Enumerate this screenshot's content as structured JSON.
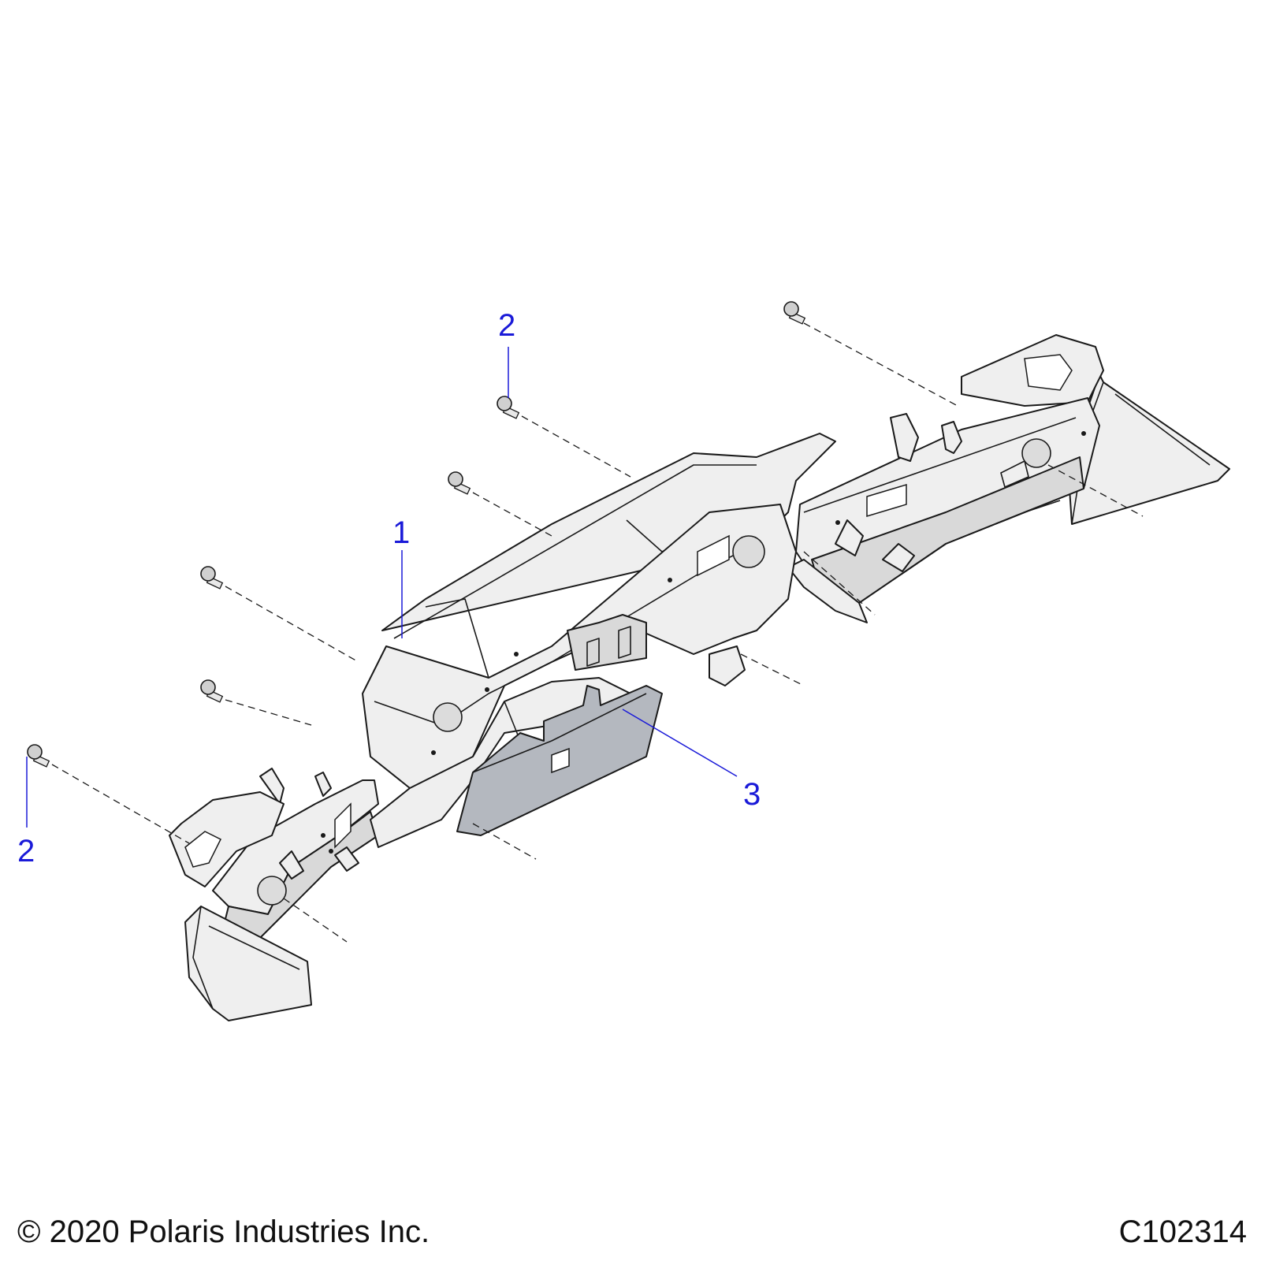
{
  "callouts": [
    {
      "id": "callout-2-top",
      "label": "2"
    },
    {
      "id": "callout-1",
      "label": "1"
    },
    {
      "id": "callout-3",
      "label": "3"
    },
    {
      "id": "callout-2-left",
      "label": "2"
    }
  ],
  "footer": {
    "copyright": "© 2020 Polaris Industries Inc.",
    "figure_id": "C102314"
  },
  "colors": {
    "callout": "#1a1ad8",
    "line_art": "#1a1a1a",
    "skid_plate": "#b4b8bf"
  }
}
